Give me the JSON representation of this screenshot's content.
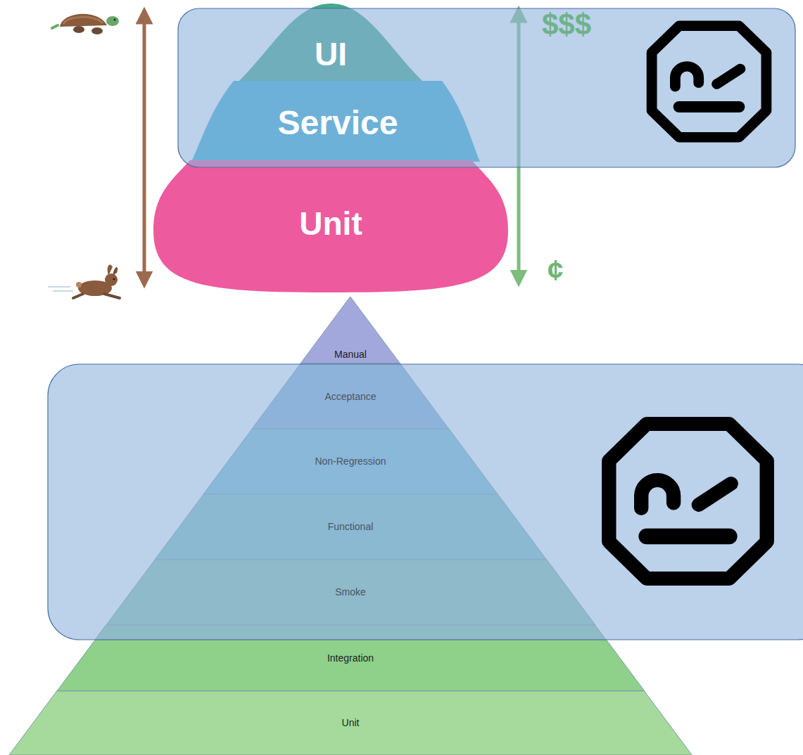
{
  "diagram": {
    "nodes": [
      {
        "text": [
          "UI"
        ]
      },
      {
        "text": [
          "Service"
        ]
      },
      {
        "text": [
          "Unit"
        ]
      },
      {
        "text": [
          "Manual"
        ]
      },
      {
        "text": [
          "Acceptance"
        ]
      },
      {
        "text": [
          "Non-Regression"
        ]
      },
      {
        "text": [
          "Functional"
        ]
      },
      {
        "text": [
          "Smoke"
        ]
      },
      {
        "text": [
          "Integration"
        ]
      },
      {
        "text": [
          "Unit"
        ]
      }
    ],
    "labels": [
      "$$$",
      "¢"
    ]
  }
}
